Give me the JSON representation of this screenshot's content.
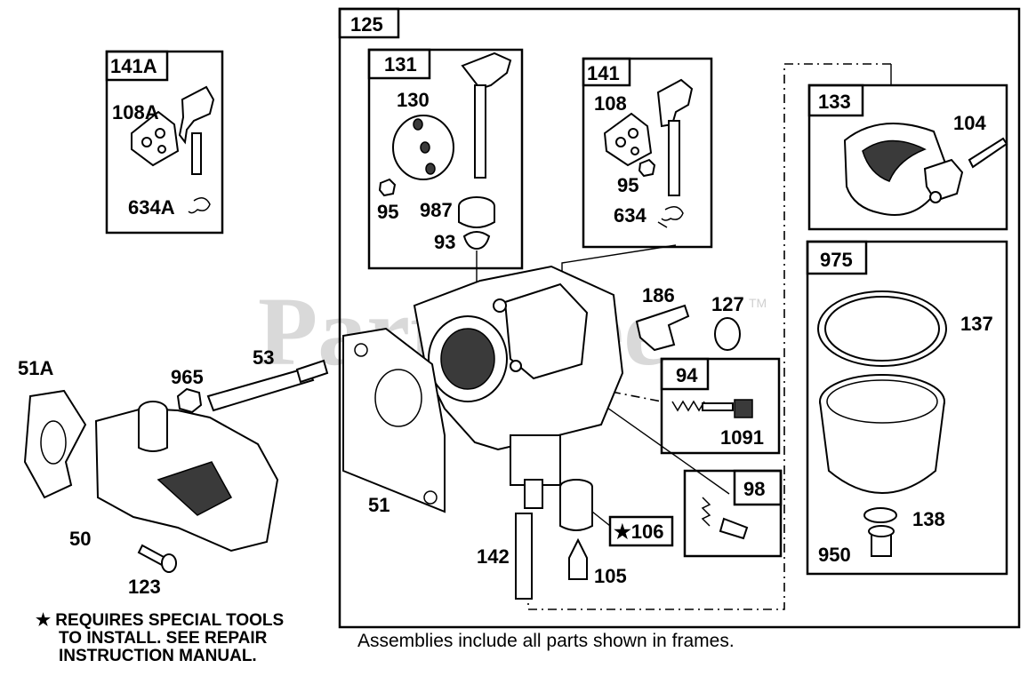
{
  "watermark": {
    "text": "PartsTree",
    "tm": "TM"
  },
  "frames": {
    "main": "125",
    "f141A": "141A",
    "f131": "131",
    "f141": "141",
    "f133": "133",
    "f975": "975",
    "f94": "94",
    "f98": "98"
  },
  "parts": {
    "p108A": "108A",
    "p634A": "634A",
    "p130": "130",
    "p95a": "95",
    "p987": "987",
    "p93": "93",
    "p108": "108",
    "p95b": "95",
    "p634": "634",
    "p104": "104",
    "p137": "137",
    "p138": "138",
    "p950": "950",
    "p186": "186",
    "p127": "127",
    "p1091": "1091",
    "p106": "★106",
    "p142": "142",
    "p105": "105",
    "p51": "51",
    "p51A": "51A",
    "p965": "965",
    "p53": "53",
    "p50": "50",
    "p123": "123"
  },
  "note": {
    "line1": "★ REQUIRES SPECIAL TOOLS",
    "line2": "TO INSTALL.  SEE REPAIR",
    "line3": "INSTRUCTION MANUAL."
  },
  "caption": "Assemblies include all parts shown in frames."
}
